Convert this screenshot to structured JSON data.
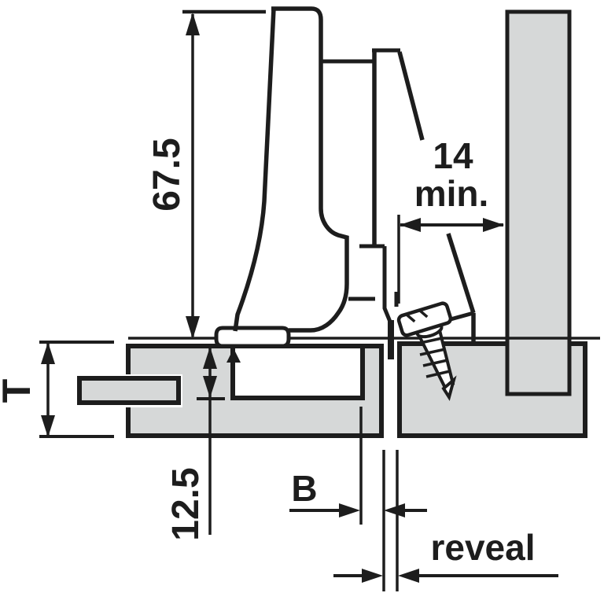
{
  "diagram": {
    "title": "hinge-mounting-cross-section",
    "labels": {
      "arm_height": "67.5",
      "min_clearance_value": "14",
      "min_clearance_suffix": "min.",
      "door_thickness": "T",
      "drilling_depth": "12.5",
      "bore_distance": "B",
      "reveal": "reveal"
    },
    "colors": {
      "panel_fill": "#d6d8d8",
      "line": "#1d1d1d",
      "background": "#ffffff"
    }
  }
}
